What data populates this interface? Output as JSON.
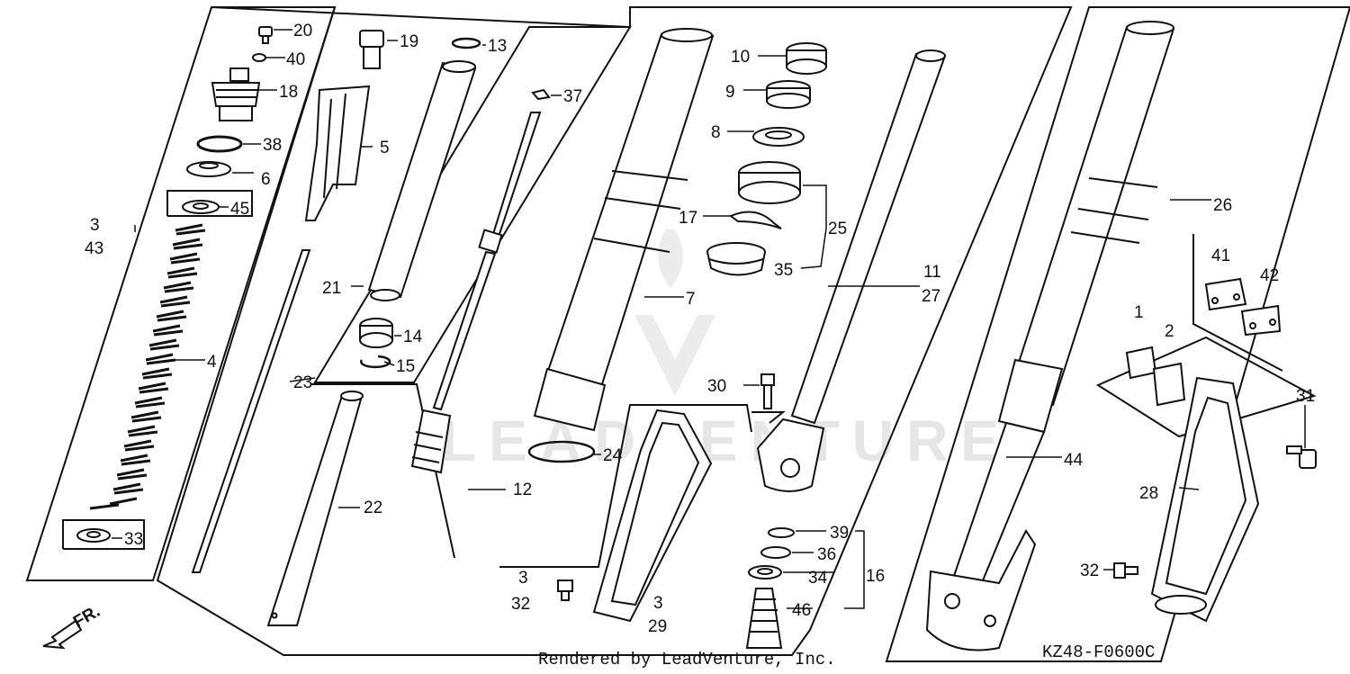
{
  "labels": {
    "p20": "20",
    "p40": "40",
    "p18": "18",
    "p38": "38",
    "p6": "6",
    "p45": "45",
    "p3a": "3",
    "p43": "43",
    "p4": "4",
    "p33": "33",
    "p19": "19",
    "p5": "5",
    "p21": "21",
    "p14": "14",
    "p15": "15",
    "p23": "23",
    "p22": "22",
    "p13": "13",
    "p37": "37",
    "p12": "12",
    "p24": "24",
    "p7": "7",
    "p10": "10",
    "p9": "9",
    "p8": "8",
    "p17": "17",
    "p25": "25",
    "p35": "35",
    "p30": "30",
    "p3b": "3",
    "p32a": "32",
    "p3c": "3",
    "p29": "29",
    "p39": "39",
    "p36": "36",
    "p34": "34",
    "p16": "16",
    "p46": "46",
    "p11": "11",
    "p27": "27",
    "p26": "26",
    "p44": "44",
    "p41": "41",
    "p42": "42",
    "p1": "1",
    "p2": "2",
    "p31": "31",
    "p28": "28",
    "p32b": "32"
  },
  "footer": {
    "rendered_by": "Rendered by LeadVenture, Inc.",
    "diagram_code": "KZ48-F0600C",
    "direction": "FR."
  },
  "watermark": "LEADVENTURE"
}
